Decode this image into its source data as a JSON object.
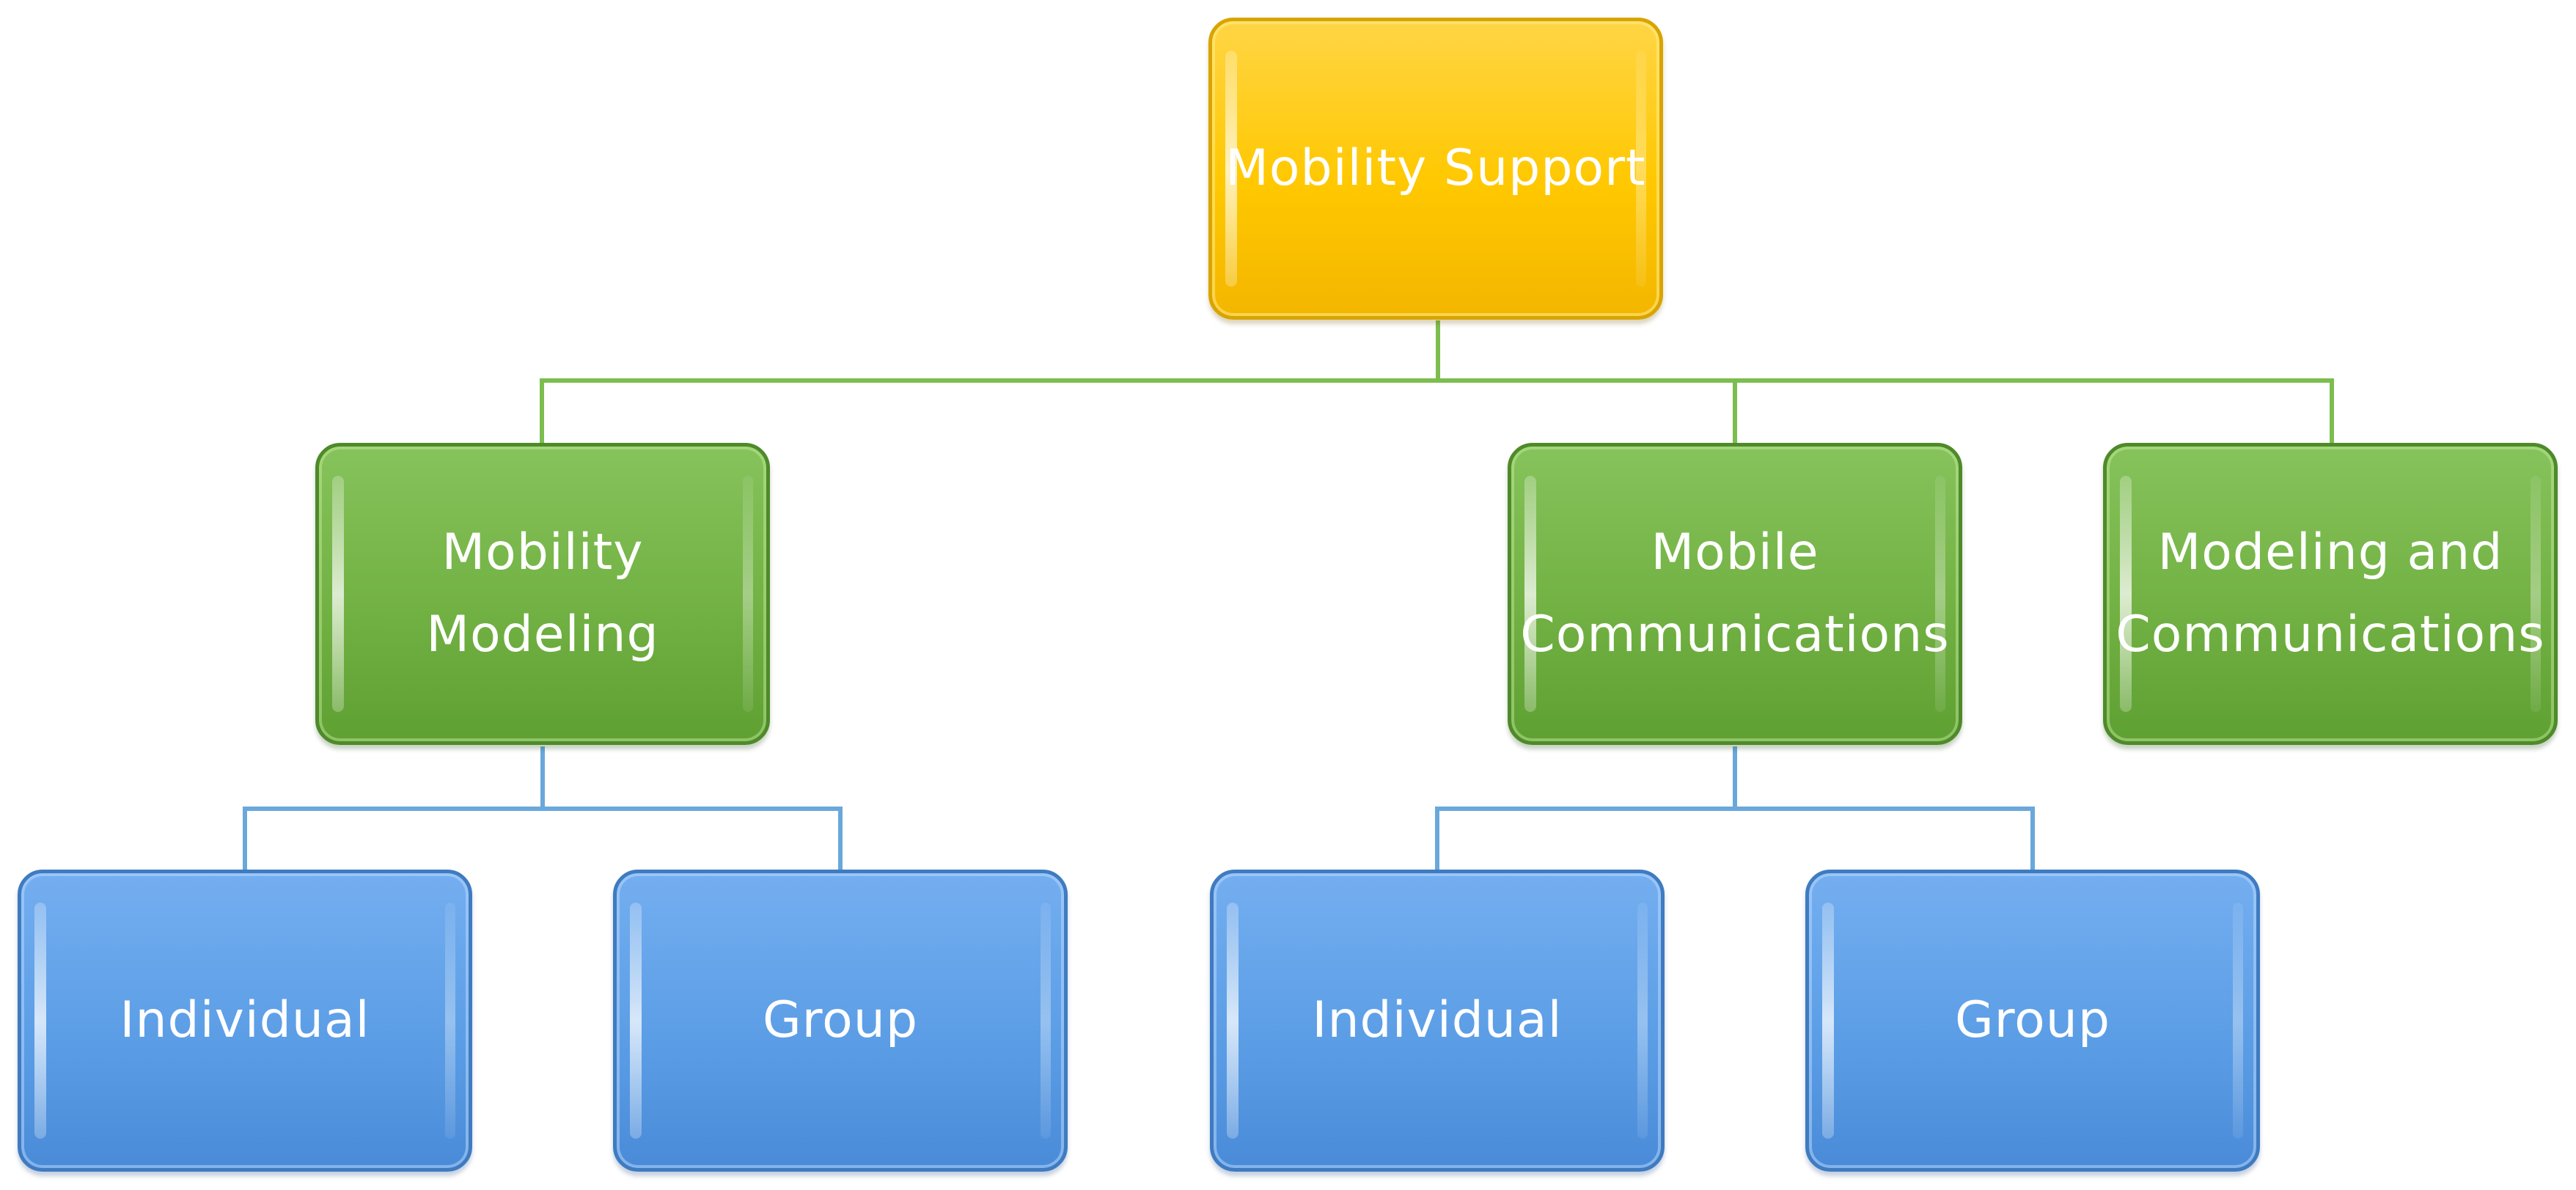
{
  "root": {
    "label": "Mobility Support"
  },
  "branches": [
    {
      "label": "Mobility\nModeling"
    },
    {
      "label": "Mobile\nCommunications"
    },
    {
      "label": "Modeling and\nCommunications"
    }
  ],
  "leaves": [
    {
      "label": "Individual"
    },
    {
      "label": "Group"
    },
    {
      "label": "Individual"
    },
    {
      "label": "Group"
    }
  ],
  "colors": {
    "root": "#ffc800",
    "branch": "#72b143",
    "leaf": "#5c9ee6",
    "root_connector": "#7cbd4f",
    "leaf_connector": "#6aa8dc"
  }
}
